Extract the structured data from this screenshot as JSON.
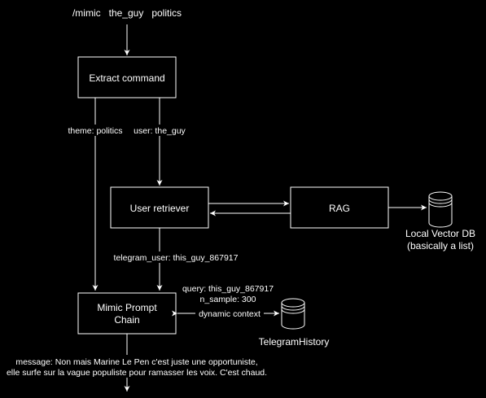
{
  "command": "/mimic   the_guy   politics",
  "nodes": {
    "extract_command": "Extract command",
    "user_retriever": "User retriever",
    "rag": "RAG",
    "mimic_prompt_chain": [
      "Mimic Prompt",
      "Chain"
    ],
    "local_vector_db": [
      "Local Vector DB",
      "(basically a list)"
    ],
    "telegram_history": "TelegramHistory"
  },
  "edges": {
    "theme": "theme: politics",
    "user": "user: the_guy",
    "telegram_user": "telegram_user: this_guy_867917",
    "query": "query: this_guy_867917",
    "n_sample": "n_sample: 300",
    "dynamic_context": "dynamic context"
  },
  "output_message": [
    "message: Non mais Marine Le Pen c'est juste une opportuniste,",
    "elle surfe sur la vague populiste pour ramasser les voix. C'est chaud."
  ],
  "colors": {
    "background": "#000000",
    "stroke": "#ffffff",
    "text": "#ffffff"
  }
}
